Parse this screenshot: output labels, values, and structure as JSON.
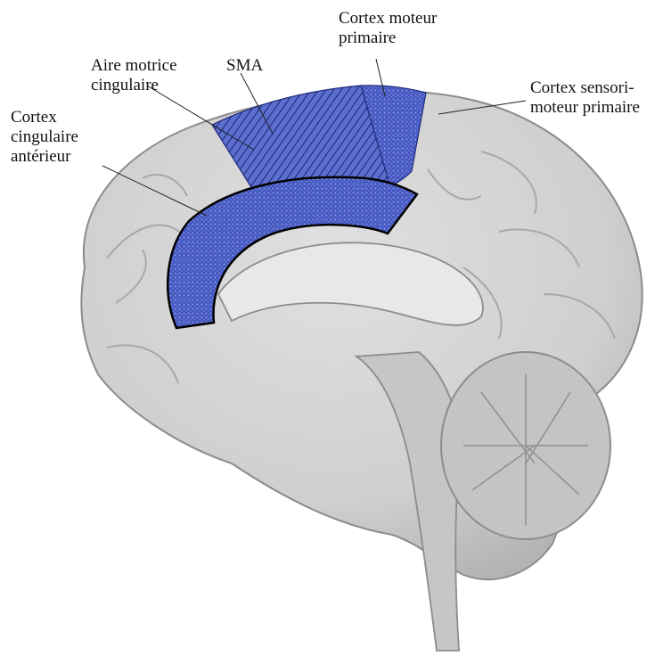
{
  "labels": {
    "cortex_moteur_primaire": [
      "Cortex moteur",
      "primaire"
    ],
    "aire_motrice_cingulaire": [
      "Aire motrice",
      "cingulaire"
    ],
    "sma": "SMA",
    "cortex_sensori_moteur": [
      "Cortex sensori-",
      "moteur primaire"
    ],
    "cortex_cingulaire_anterieur": [
      "Cortex",
      "cingulaire",
      "antérieur"
    ]
  },
  "colors": {
    "highlight": "#4a5fc8",
    "highlight_dark": "#2a3a9a",
    "brain": "#d4d4d4",
    "brain_shadow": "#9a9a9a",
    "leader_line": "#222222"
  }
}
